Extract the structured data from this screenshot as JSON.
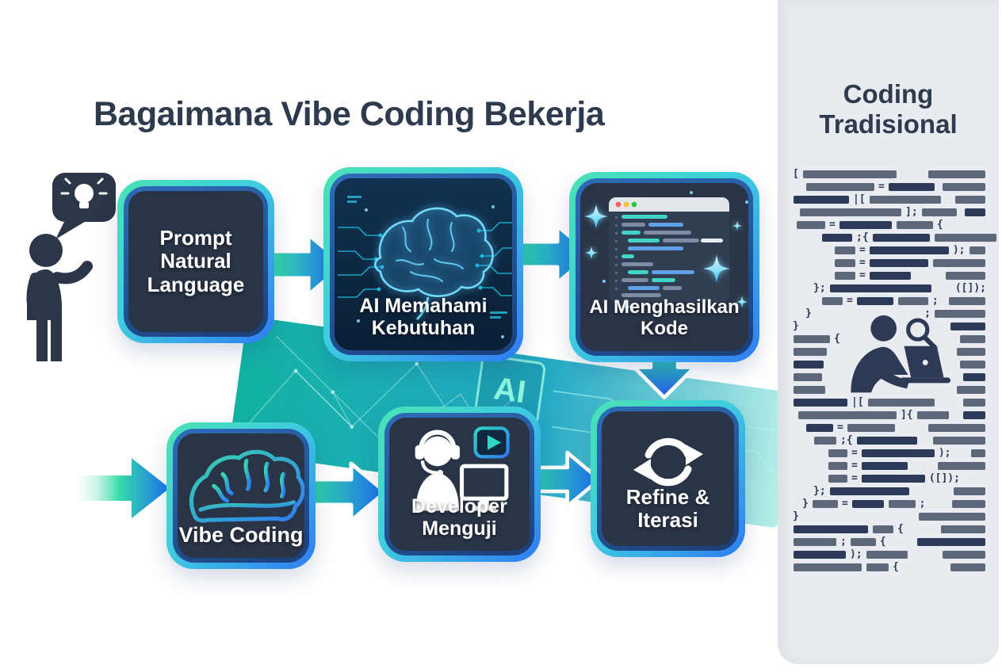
{
  "title": "Bagaimana Vibe Coding Bekerja",
  "colors": {
    "accent_teal": "#35d9a8",
    "accent_blue": "#1e6ef2",
    "box_fill": "#2a3447",
    "box_border_dark": "#224f92",
    "panel_bg": "#e8ebef",
    "ink": "#2e3a4e",
    "code_navy": "#2c3a57",
    "code_gray": "#5c6779",
    "dot_red": "#ff5f57",
    "dot_yellow": "#febc2e",
    "dot_green": "#28c840"
  },
  "flow": {
    "boxes": [
      {
        "id": "prompt",
        "label": "Prompt Natural Language"
      },
      {
        "id": "ai-understand",
        "label": "AI Memahami Kebutuhan"
      },
      {
        "id": "ai-generate",
        "label": "AI Menghasilkan Kode"
      },
      {
        "id": "vibe",
        "label": "Vibe Coding"
      },
      {
        "id": "developer",
        "label": "Developer Menguji"
      },
      {
        "id": "refine",
        "label": "Refine & Iterasi"
      }
    ],
    "ai_chip_label": "AI"
  },
  "traditional": {
    "title_line1": "Coding",
    "title_line2": "Tradisional",
    "code_lines": [
      [
        [
          "t",
          "["
        ],
        [
          "b",
          118,
          "g"
        ],
        [
          "fx"
        ],
        [
          "b",
          72,
          "g"
        ]
      ],
      [
        [
          "sp",
          16
        ],
        [
          "b",
          86,
          "g"
        ],
        [
          "t",
          "="
        ],
        [
          "b",
          58,
          "n"
        ],
        [
          "fx"
        ],
        [
          "b",
          54,
          "g"
        ]
      ],
      [
        [
          "b",
          70,
          "n"
        ],
        [
          "t",
          "|["
        ],
        [
          "b",
          90,
          "g"
        ],
        [
          "fx"
        ],
        [
          "b",
          38,
          "g"
        ]
      ],
      [
        [
          "sp",
          8
        ],
        [
          "b",
          128,
          "g"
        ],
        [
          "t",
          "];"
        ],
        [
          "b",
          44,
          "g"
        ],
        [
          "fx"
        ],
        [
          "b",
          26,
          "n"
        ]
      ],
      [
        [
          "sp",
          4
        ],
        [
          "b",
          36,
          "g"
        ],
        [
          "t",
          "="
        ],
        [
          "b",
          66,
          "n"
        ],
        [
          "b",
          46,
          "g"
        ],
        [
          "t",
          "{"
        ]
      ],
      [
        [
          "sp",
          36
        ],
        [
          "b",
          38,
          "n"
        ],
        [
          "t",
          ";{"
        ],
        [
          "b",
          72,
          "n"
        ],
        [
          "fx"
        ],
        [
          "b",
          78,
          "g"
        ]
      ],
      [
        [
          "sp",
          52
        ],
        [
          "b",
          26,
          "g"
        ],
        [
          "t",
          "="
        ],
        [
          "b",
          100,
          "n"
        ],
        [
          "t",
          ");"
        ],
        [
          "fx"
        ],
        [
          "b",
          20,
          "g"
        ]
      ],
      [
        [
          "sp",
          52
        ],
        [
          "b",
          26,
          "g"
        ],
        [
          "t",
          "="
        ],
        [
          "b",
          74,
          "n"
        ],
        [
          "fx"
        ],
        [
          "b",
          66,
          "g"
        ]
      ],
      [
        [
          "sp",
          52
        ],
        [
          "b",
          26,
          "g"
        ],
        [
          "t",
          "="
        ],
        [
          "b",
          52,
          "n"
        ],
        [
          "fx"
        ],
        [
          "b",
          50,
          "g"
        ]
      ],
      [
        [
          "sp",
          26
        ],
        [
          "t",
          "};"
        ],
        [
          "b",
          128,
          "n"
        ],
        [
          "fx"
        ],
        [
          "t",
          "([]);"
        ]
      ],
      [
        [
          "sp",
          36
        ],
        [
          "b",
          26,
          "g"
        ],
        [
          "t",
          "="
        ],
        [
          "b",
          46,
          "n"
        ],
        [
          "b",
          38,
          "g"
        ],
        [
          "t",
          ";"
        ],
        [
          "fx"
        ],
        [
          "b",
          46,
          "g"
        ]
      ],
      [
        [
          "sp",
          16
        ],
        [
          "t",
          "}"
        ],
        [
          "fx"
        ],
        [
          "t",
          ";"
        ],
        [
          "b",
          64,
          "g"
        ]
      ],
      [
        [
          "t",
          "}"
        ],
        [
          "fx"
        ],
        [
          "b",
          44,
          "n"
        ]
      ],
      [
        [
          "b",
          46,
          "g"
        ],
        [
          "t",
          "{"
        ],
        [
          "fx"
        ],
        [
          "b",
          32,
          "g"
        ]
      ],
      [
        [
          "b",
          42,
          "g"
        ],
        [
          "fx"
        ],
        [
          "b",
          36,
          "g"
        ]
      ],
      [
        [
          "b",
          38,
          "n"
        ],
        [
          "fx"
        ],
        [
          "b",
          32,
          "g"
        ]
      ],
      [
        [
          "b",
          36,
          "g"
        ],
        [
          "fx"
        ],
        [
          "b",
          28,
          "n"
        ]
      ],
      [
        [
          "b",
          40,
          "g"
        ],
        [
          "fx"
        ],
        [
          "b",
          36,
          "g"
        ]
      ],
      [
        [
          "b",
          68,
          "n"
        ],
        [
          "t",
          "|["
        ],
        [
          "b",
          84,
          "g"
        ],
        [
          "fx"
        ],
        [
          "b",
          28,
          "g"
        ]
      ],
      [
        [
          "sp",
          6
        ],
        [
          "b",
          124,
          "g"
        ],
        [
          "t",
          "]{"
        ],
        [
          "b",
          40,
          "g"
        ],
        [
          "fx"
        ],
        [
          "b",
          28,
          "n"
        ]
      ],
      [
        [
          "sp",
          16
        ],
        [
          "b",
          34,
          "n"
        ],
        [
          "t",
          "="
        ],
        [
          "b",
          60,
          "g"
        ],
        [
          "fx"
        ],
        [
          "b",
          72,
          "g"
        ]
      ],
      [
        [
          "sp",
          26
        ],
        [
          "b",
          28,
          "g"
        ],
        [
          "t",
          ";{"
        ],
        [
          "b",
          76,
          "n"
        ],
        [
          "fx"
        ],
        [
          "b",
          66,
          "g"
        ]
      ],
      [
        [
          "sp",
          44
        ],
        [
          "b",
          24,
          "g"
        ],
        [
          "t",
          "="
        ],
        [
          "b",
          92,
          "n"
        ],
        [
          "t",
          ");"
        ],
        [
          "fx"
        ],
        [
          "b",
          18,
          "g"
        ]
      ],
      [
        [
          "sp",
          44
        ],
        [
          "b",
          24,
          "g"
        ],
        [
          "t",
          "="
        ],
        [
          "b",
          58,
          "n"
        ],
        [
          "fx"
        ],
        [
          "b",
          60,
          "g"
        ]
      ],
      [
        [
          "sp",
          44
        ],
        [
          "b",
          24,
          "g"
        ],
        [
          "t",
          "="
        ],
        [
          "b",
          80,
          "n"
        ],
        [
          "t",
          "([]);"
        ]
      ],
      [
        [
          "sp",
          26
        ],
        [
          "t",
          "};"
        ],
        [
          "b",
          100,
          "n"
        ],
        [
          "fx"
        ],
        [
          "b",
          40,
          "g"
        ]
      ],
      [
        [
          "sp",
          12
        ],
        [
          "t",
          "}"
        ],
        [
          "b",
          32,
          "g"
        ],
        [
          "t",
          "="
        ],
        [
          "b",
          40,
          "n"
        ],
        [
          "b",
          34,
          "g"
        ],
        [
          "t",
          ";"
        ],
        [
          "fx"
        ],
        [
          "b",
          42,
          "g"
        ]
      ],
      [
        [
          "t",
          "}"
        ],
        [
          "fx"
        ],
        [
          "b",
          84,
          "g"
        ]
      ],
      [
        [
          "b",
          94,
          "n"
        ],
        [
          "b",
          26,
          "g"
        ],
        [
          "t",
          "{"
        ],
        [
          "fx"
        ],
        [
          "b",
          56,
          "g"
        ]
      ],
      [
        [
          "b",
          54,
          "g"
        ],
        [
          "t",
          ";"
        ],
        [
          "b",
          32,
          "g"
        ],
        [
          "t",
          "{"
        ],
        [
          "fx"
        ],
        [
          "b",
          86,
          "n"
        ]
      ],
      [
        [
          "b",
          66,
          "n"
        ],
        [
          "t",
          ");"
        ],
        [
          "b",
          52,
          "g"
        ],
        [
          "fx"
        ],
        [
          "b",
          54,
          "g"
        ]
      ],
      [
        [
          "b",
          86,
          "g"
        ],
        [
          "b",
          28,
          "g"
        ],
        [
          "t",
          "{"
        ],
        [
          "fx"
        ],
        [
          "b",
          44,
          "g"
        ]
      ]
    ]
  }
}
